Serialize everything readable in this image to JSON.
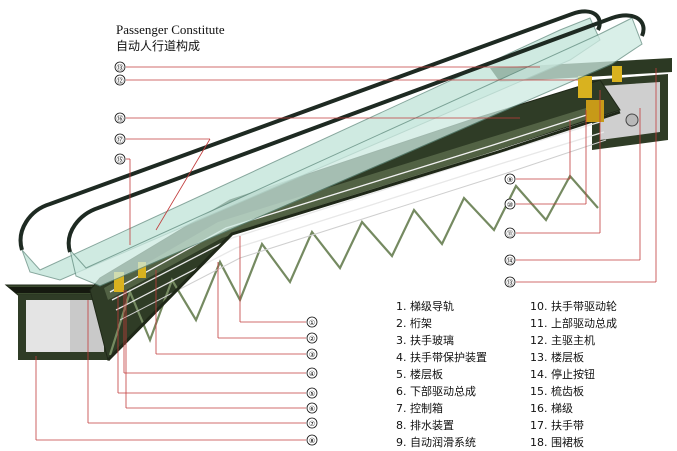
{
  "title": {
    "en": "Passenger Constitute",
    "zh": "自动人行道构成"
  },
  "parts": [
    "1. 梯级导轨",
    "2. 桁架",
    "3. 扶手玻璃",
    "4. 扶手带保护装置",
    "5. 楼层板",
    "6. 下部驱动总成",
    "7. 控制箱",
    "8. 排水装置",
    "9. 自动润滑系统",
    "10. 扶手带驱动轮",
    "11. 上部驱动总成",
    "12. 主驱主机",
    "13. 楼层板",
    "14. 停止按钮",
    "15. 梳齿板",
    "16. 梯级",
    "17. 扶手带",
    "18. 围裙板"
  ],
  "callouts": {
    "left": [
      "⑬",
      "⑫",
      "⑯",
      "⑰",
      "⑮"
    ],
    "right_upper": [
      "⑨",
      "⑩",
      "⑪",
      "⑭",
      "⑬"
    ],
    "bottom": [
      "①",
      "②",
      "③",
      "④",
      "⑤",
      "⑥",
      "⑦",
      "⑧"
    ]
  },
  "colors": {
    "truss": "#2f3c26",
    "truss_dark": "#1f2818",
    "glass": "#bfe3d8",
    "handrail": "#1e2a22",
    "leader": "#c23b3b",
    "pit": "#d6d6d6"
  }
}
